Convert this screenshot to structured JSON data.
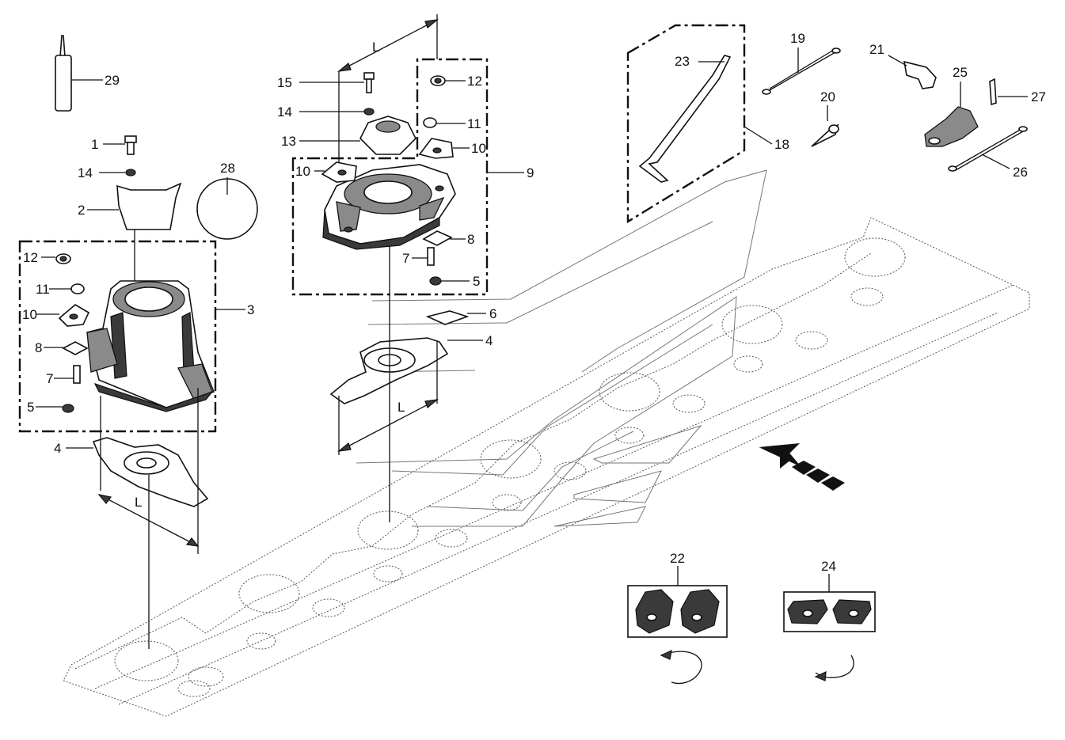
{
  "callouts": [
    "1",
    "2",
    "3",
    "4",
    "5",
    "6",
    "7",
    "8",
    "9",
    "10",
    "11",
    "12",
    "13",
    "14",
    "15",
    "18",
    "19",
    "20",
    "21",
    "22",
    "23",
    "24",
    "25",
    "26",
    "27",
    "28",
    "29"
  ],
  "dimension_label": "L",
  "colors": {
    "line": "#111111",
    "fill_dark": "#3a3a3a",
    "fill_grey": "#8a8a8a",
    "background": "#ffffff"
  }
}
